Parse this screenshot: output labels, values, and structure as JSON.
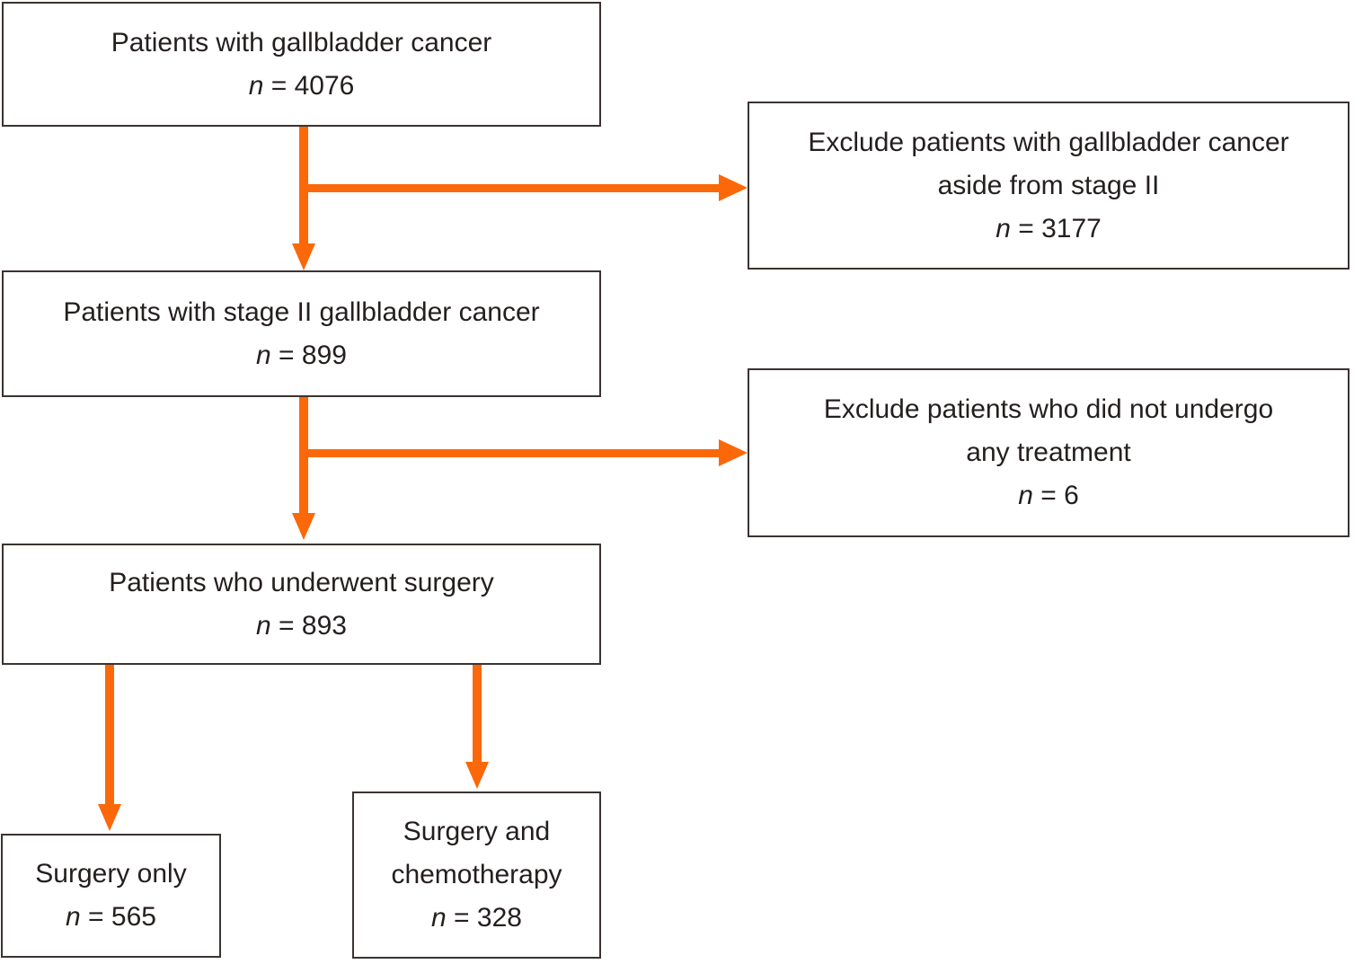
{
  "colors": {
    "arrow_orange": "#fb6809",
    "box_border": "#3a3331",
    "text": "#241f1e",
    "background": "#ffffff"
  },
  "boxes": {
    "b1": {
      "line1": "Patients with gallbladder cancer",
      "n": "n",
      "eq": "= 4076"
    },
    "excl1": {
      "line1": "Exclude patients with gallbladder cancer",
      "line2": "aside from stage II",
      "n": "n",
      "eq": "= 3177"
    },
    "b2": {
      "line1": "Patients with stage II gallbladder cancer",
      "n": "n",
      "eq": "= 899"
    },
    "excl2": {
      "line1": "Exclude patients who did not undergo",
      "line2": "any treatment",
      "n": "n",
      "eq": "= 6"
    },
    "b3": {
      "line1": "Patients who underwent surgery",
      "n": "n",
      "eq": "= 893"
    },
    "b4": {
      "line1": "Surgery only",
      "n": "n",
      "eq": "= 565"
    },
    "b5": {
      "line1": "Surgery and",
      "line2": "chemotherapy",
      "n": "n",
      "eq": "= 328"
    }
  }
}
